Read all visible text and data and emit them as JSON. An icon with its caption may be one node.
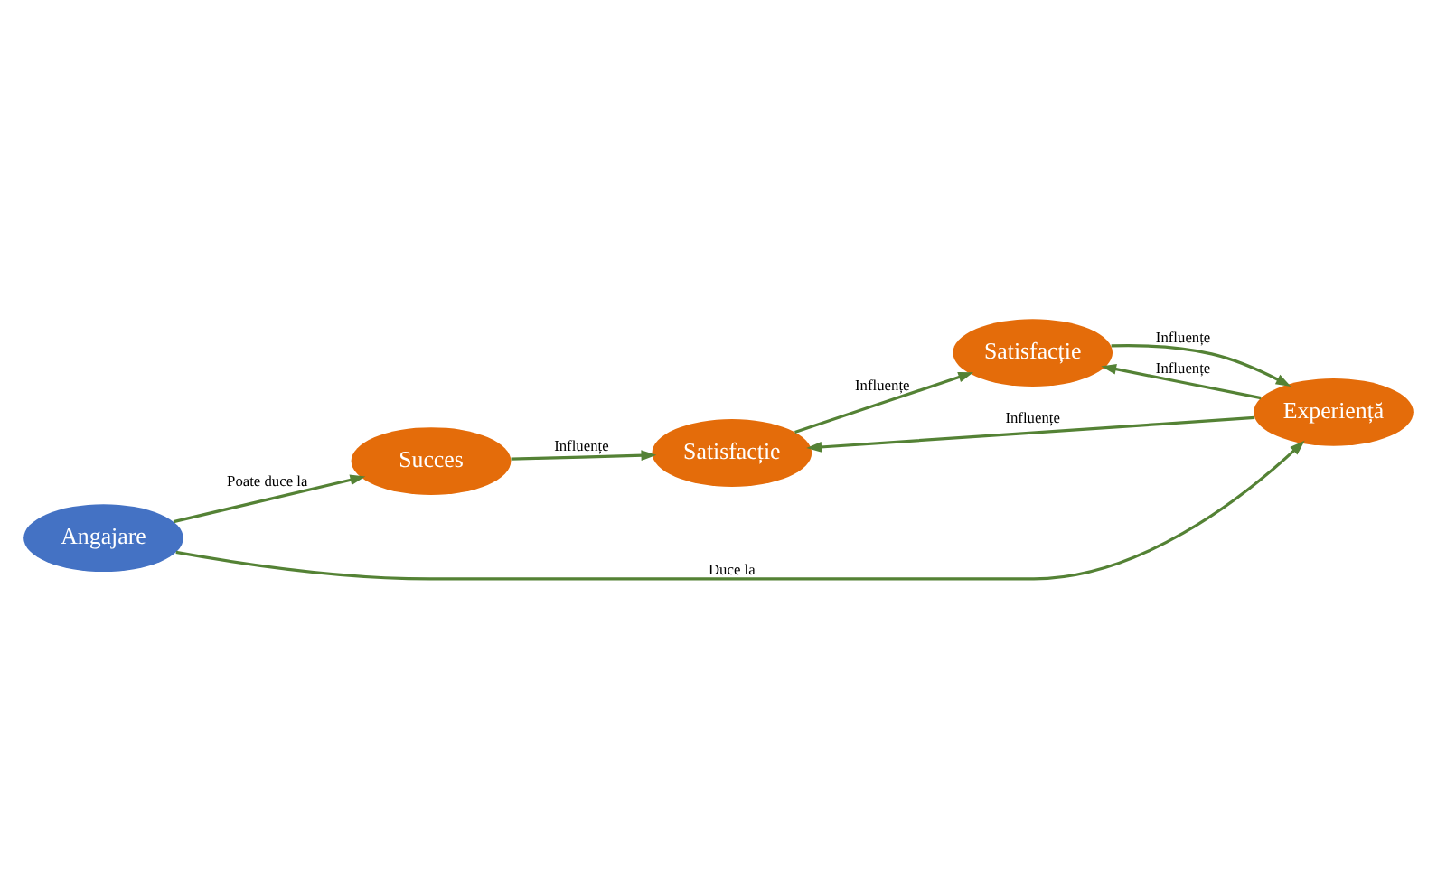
{
  "diagram": {
    "nodes": [
      {
        "text": [
          "Angajare"
        ]
      },
      {
        "text": [
          "Succes"
        ]
      },
      {
        "text": [
          "Satisfacție"
        ]
      },
      {
        "text": [
          "Experiență"
        ]
      },
      {
        "text": [
          "Satisfacție"
        ]
      }
    ],
    "edges": [
      {
        "from": 0,
        "to": 1,
        "arrow": "to",
        "label": "Poate duce la"
      },
      {
        "from": 0,
        "to": 3,
        "arrow": "to",
        "label": "Duce la"
      },
      {
        "from": 1,
        "to": 2,
        "arrow": "to",
        "label": "Influențe"
      },
      {
        "from": 3,
        "to": 2,
        "arrow": "to",
        "label": "Influențe"
      },
      {
        "from": 4,
        "to": 3,
        "arrow": "to",
        "label": "Influențe"
      },
      {
        "from": 3,
        "to": 4,
        "arrow": "to",
        "label": "Influențe"
      },
      {
        "from": 2,
        "to": 4,
        "arrow": "to",
        "label": "Influențe"
      }
    ]
  }
}
